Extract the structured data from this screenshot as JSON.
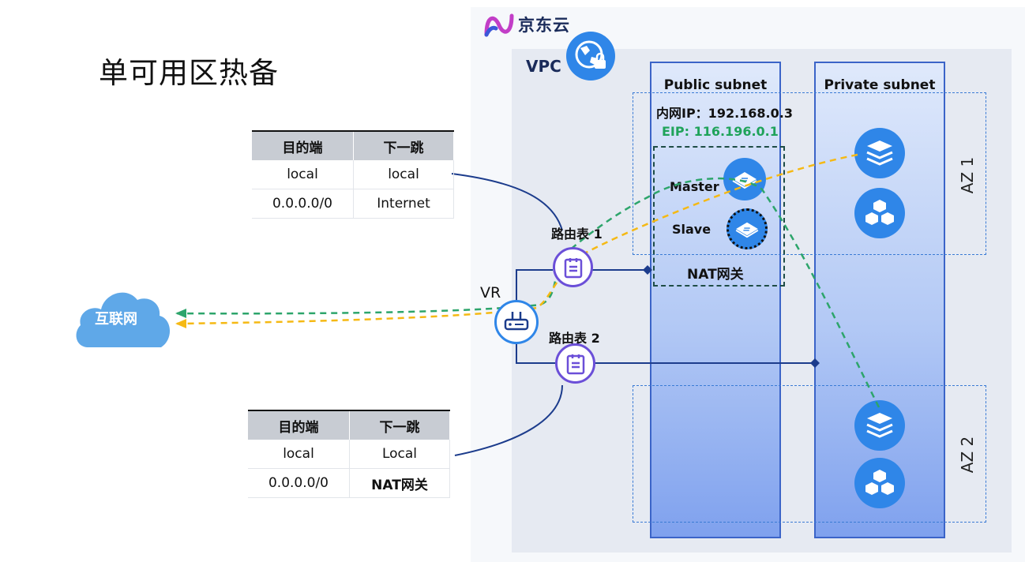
{
  "title": "单可用区热备",
  "brand": {
    "name": "京东云"
  },
  "vpc": {
    "label": "VPC"
  },
  "subnets": {
    "public_title": "Public subnet",
    "private_title": "Private subnet"
  },
  "nat": {
    "internal_ip": "内网IP：192.168.0.3",
    "eip": "EIP: 116.196.0.1",
    "master_label": "Master",
    "slave_label": "Slave",
    "gateway_label": "NAT网关"
  },
  "az": {
    "az1": "AZ 1",
    "az2": "AZ 2"
  },
  "router": {
    "label": "VR",
    "route_table_1": "路由表 1",
    "route_table_2": "路由表 2"
  },
  "internet": {
    "label": "互联网"
  },
  "route_table_1": {
    "headers": [
      "目的端",
      "下一跳"
    ],
    "rows": [
      [
        "local",
        "local"
      ],
      [
        "0.0.0.0/0",
        "Internet"
      ]
    ]
  },
  "route_table_2": {
    "headers": [
      "目的端",
      "下一跳"
    ],
    "rows": [
      [
        "local",
        "Local"
      ],
      [
        "0.0.0.0/0",
        "NAT网关"
      ]
    ]
  },
  "colors": {
    "accent_blue": "#3b64c8",
    "icon_blue": "#2f86e8",
    "route_purple": "#6b4fd8",
    "path_green": "#2da56b",
    "path_yellow": "#f5b914",
    "eip_green": "#1fa35a"
  }
}
